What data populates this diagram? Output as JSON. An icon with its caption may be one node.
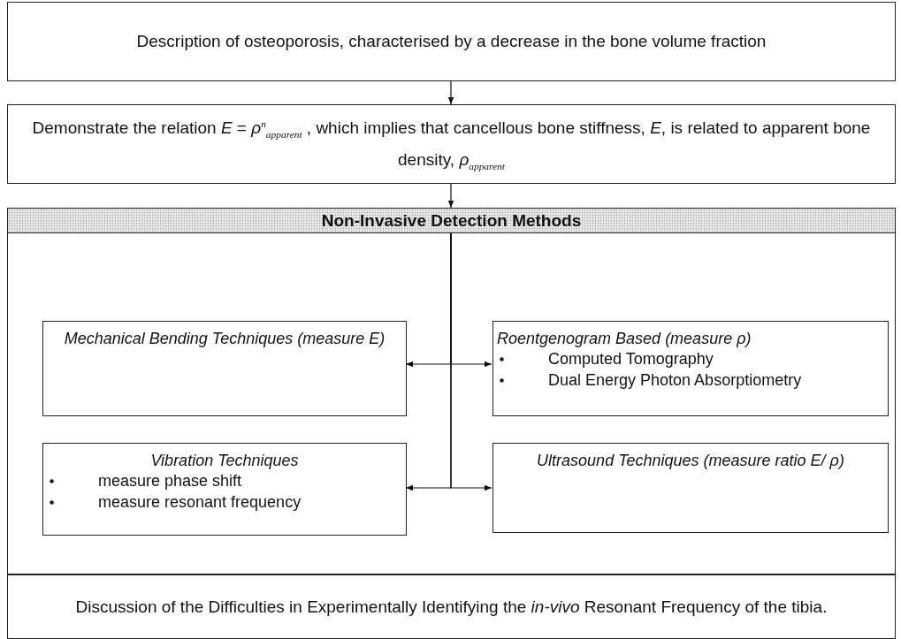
{
  "diagram": {
    "nodes": [
      {
        "text": [
          "Description of osteoporosis, characterised by a decrease in the bone volume fraction"
        ]
      },
      {
        "text": [
          "Demonstrate the relation *E* = *ρ*$^{n}$$_{apparent}$ , which implies that cancellous bone stiffness, *E*, is related to apparent bone density, *ρ*$_{apparent}$"
        ]
      },
      {
        "text": [
          "Non-Invasive Detection Methods"
        ]
      },
      {
        "text": [
          "Mechanical Bending Techniques (measure E)"
        ],
        "in": 2
      },
      {
        "text": [
          "Roentgenogram Based (measure ρ)",
          "Computed Tomography",
          "Dual Energy Photon Absorptiometry"
        ],
        "in": 2
      },
      {
        "text": [
          "Vibration Techniques",
          "measure phase shift",
          "measure resonant frequency"
        ],
        "in": 2
      },
      {
        "text": [
          "Ultrasound Techniques (measure ratio E/ ρ)"
        ],
        "in": 2
      },
      {
        "text": [
          "Discussion of the Difficulties in Experimentally Identifying the *in-vivo* Resonant Frequency of the tibia."
        ]
      }
    ],
    "edges": [
      {
        "from": 0,
        "to": 1,
        "arrow": "to"
      },
      {
        "from": 1,
        "to": 2,
        "arrow": "to"
      },
      {
        "from": 2,
        "to": 3,
        "arrow": "to"
      },
      {
        "from": 2,
        "to": 4,
        "arrow": "to"
      },
      {
        "from": 2,
        "to": 5,
        "arrow": "to"
      },
      {
        "from": 2,
        "to": 6,
        "arrow": "to"
      }
    ]
  }
}
